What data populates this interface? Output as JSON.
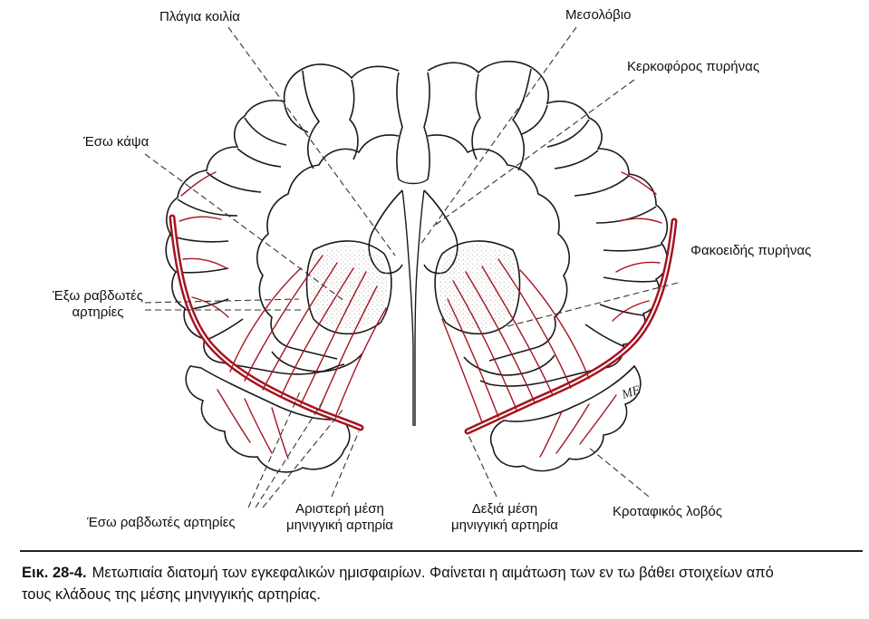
{
  "labels": {
    "lateral_ventricle": "Πλάγια κοιλία",
    "corpus_callosum": "Μεσολόβιο",
    "caudate_nucleus": "Κερκοφόρος πυρήνας",
    "internal_capsule": "Έσω κάψα",
    "lentiform_nucleus": "Φακοειδής πυρήνας",
    "lateral_striate_line1": "Έξω ραβδωτές",
    "lateral_striate_line2": "αρτηρίες",
    "medial_striate": "Έσω ραβδωτές αρτηρίες",
    "left_mca_line1": "Αριστερή μέση",
    "left_mca_line2": "μηνιγγική αρτηρία",
    "right_mca_line1": "Δεξιά μέση",
    "right_mca_line2": "μηνιγγική αρτηρία",
    "temporal_lobe": "Κροταφικός λοβός",
    "signature": "ME"
  },
  "caption": {
    "figure_number": "Εικ. 28-4.",
    "line1": "Μετωπιαία διατομή των εγκεφαλικών ημισφαιρίων. Φαίνεται η αιμάτωση των εν τω βάθει στοιχείων από",
    "line2": "τους κλάδους της μέσης μηνιγγικής αρτηρίας."
  },
  "colors": {
    "artery": "#a51522",
    "outline": "#1a1a1a",
    "leader": "#333333",
    "nucleus_stipple": "#b8b8b8"
  }
}
